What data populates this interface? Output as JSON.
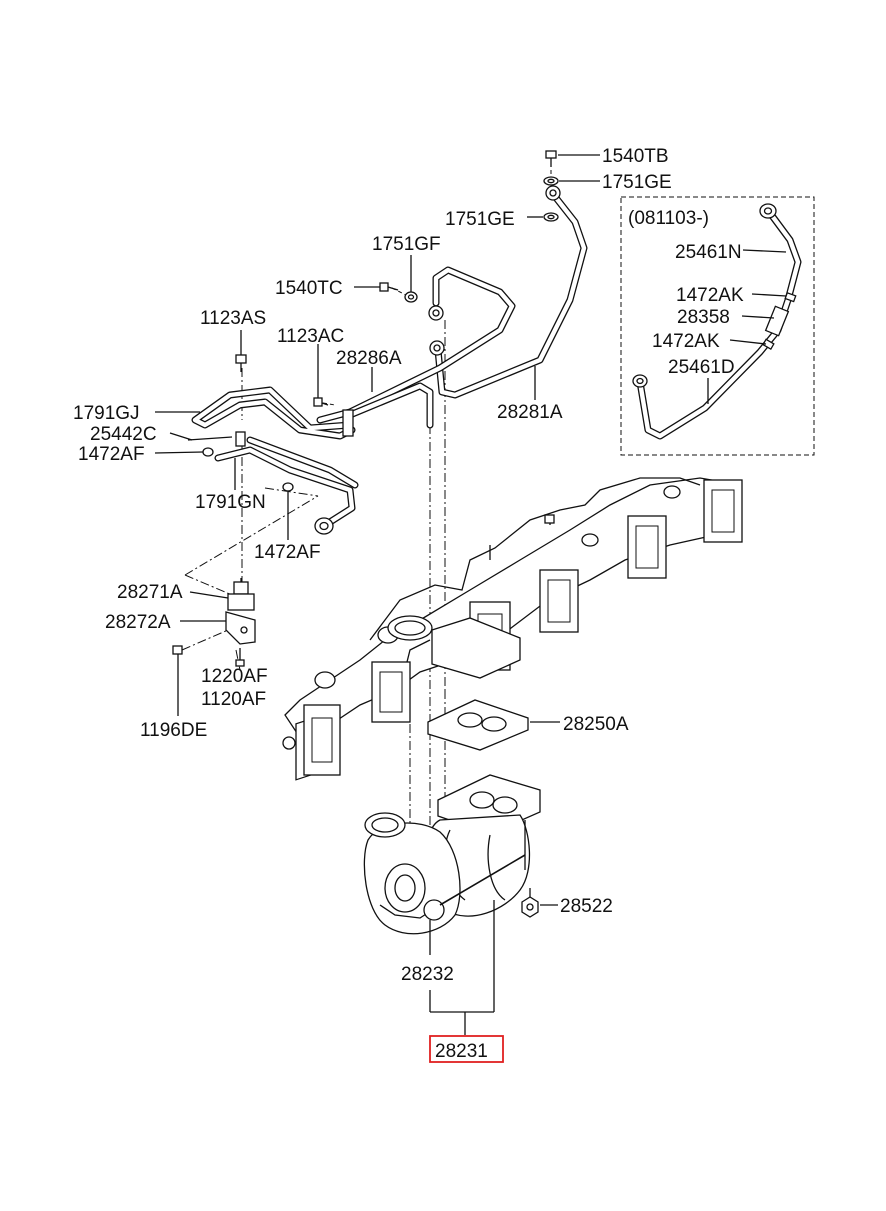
{
  "labels": {
    "p1540TB": "1540TB",
    "p1751GE_a": "1751GE",
    "p1751GE_b": "1751GE",
    "p1751GF": "1751GF",
    "p1540TC": "1540TC",
    "p1123AS": "1123AS",
    "p1123AC": "1123AC",
    "p28286A": "28286A",
    "p1791GJ": "1791GJ",
    "p25442C": "25442C",
    "p1472AF_a": "1472AF",
    "p1791GN": "1791GN",
    "p1472AF_b": "1472AF",
    "p28281A": "28281A",
    "p081103": "(081103-)",
    "p25461N": "25461N",
    "p1472AK_a": "1472AK",
    "p28358": "28358",
    "p1472AK_b": "1472AK",
    "p25461D": "25461D",
    "p28271A": "28271A",
    "p28272A": "28272A",
    "p1220AF": "1220AF",
    "p1120AF": "1120AF",
    "p1196DE": "1196DE",
    "p28250A": "28250A",
    "p28522": "28522",
    "p28232": "28232",
    "p28231": "28231"
  },
  "colors": {
    "line": "#111111",
    "highlight": "#e02020",
    "background": "#ffffff"
  }
}
